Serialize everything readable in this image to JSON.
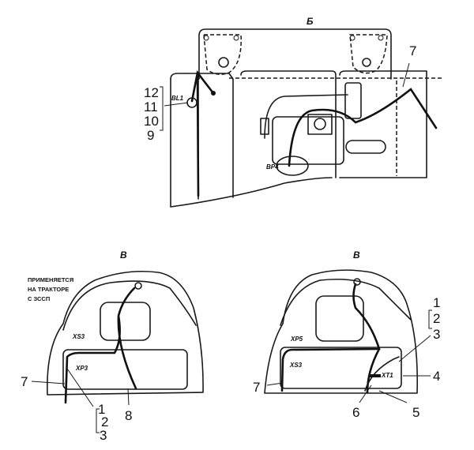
{
  "view_b": {
    "title": "Б",
    "callouts": [
      "12",
      "11",
      "10",
      "9",
      "7"
    ],
    "codes": {
      "bl1": "BL1",
      "bp4": "BP4"
    }
  },
  "view_v_left": {
    "title": "В",
    "note": [
      "ПРИМЕНЯЕТСЯ",
      "НА ТРАКТОРЕ",
      "С ЗССП"
    ],
    "codes": {
      "xs3": "XS3",
      "xp3": "XP3"
    },
    "callouts": [
      "7",
      "8",
      "1",
      "2",
      "3"
    ]
  },
  "view_v_right": {
    "title": "В",
    "codes": {
      "xp5": "XP5",
      "xs3": "XS3",
      "xt1": "XT1"
    },
    "callouts": [
      "1",
      "2",
      "3",
      "4",
      "5",
      "6",
      "7"
    ]
  }
}
